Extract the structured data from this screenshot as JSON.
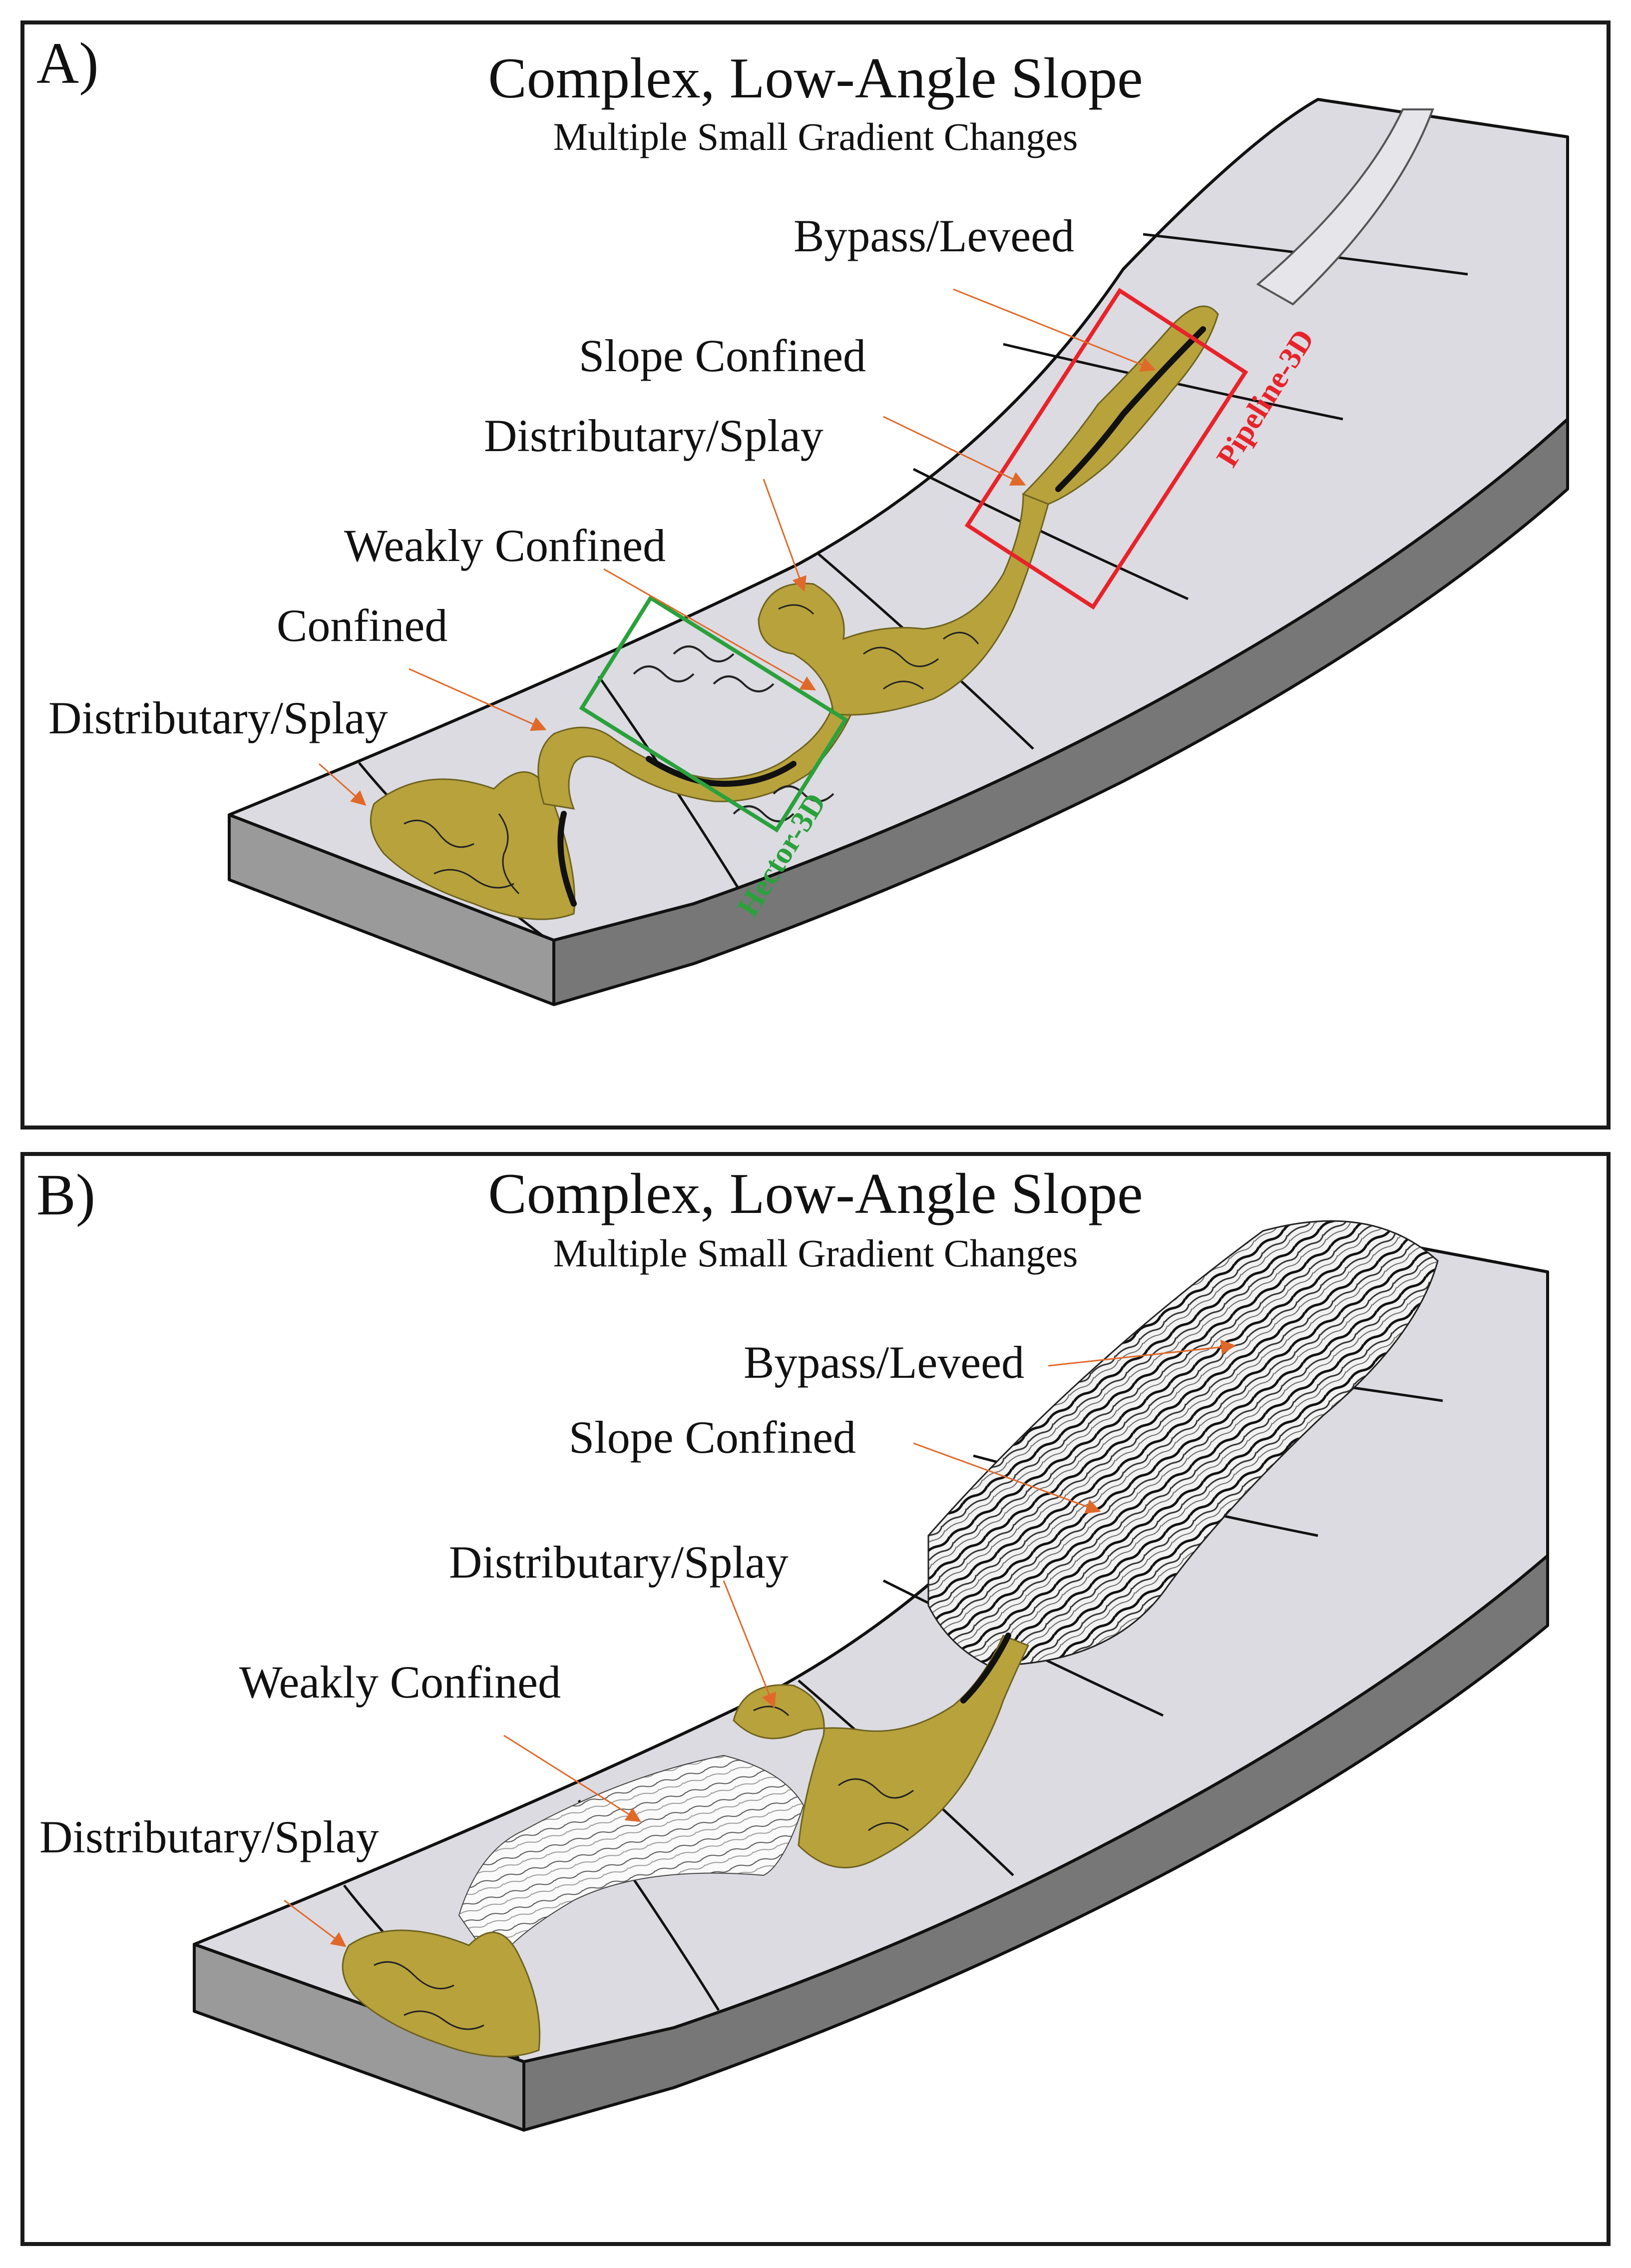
{
  "panel_a": {
    "letter": "A)",
    "title": "Complex, Low-Angle Slope",
    "subtitle": "Multiple Small Gradient Changes",
    "labels": {
      "bypass": "Bypass/Leveed",
      "slope_confined": "Slope Confined",
      "distributary_upper": "Distributary/Splay",
      "weakly_confined": "Weakly Confined",
      "confined": "Confined",
      "distributary_lower": "Distributary/Splay"
    },
    "boxes": {
      "red": "Pipeline-3D",
      "green": "Hector-3D"
    }
  },
  "panel_b": {
    "letter": "B)",
    "title": "Complex, Low-Angle Slope",
    "subtitle": "Multiple Small Gradient Changes",
    "labels": {
      "bypass": "Bypass/Leveed",
      "slope_confined": "Slope Confined",
      "distributary_upper": "Distributary/Splay",
      "weakly_confined": "Weakly Confined",
      "distributary_lower": "Distributary/Splay"
    }
  },
  "colors": {
    "surface": "#dcdbe1",
    "block_side": "#777777",
    "deposit": "#b8a23c",
    "arrow": "#e0692a",
    "red_box": "#e8232a",
    "green_box": "#2aa13c"
  }
}
